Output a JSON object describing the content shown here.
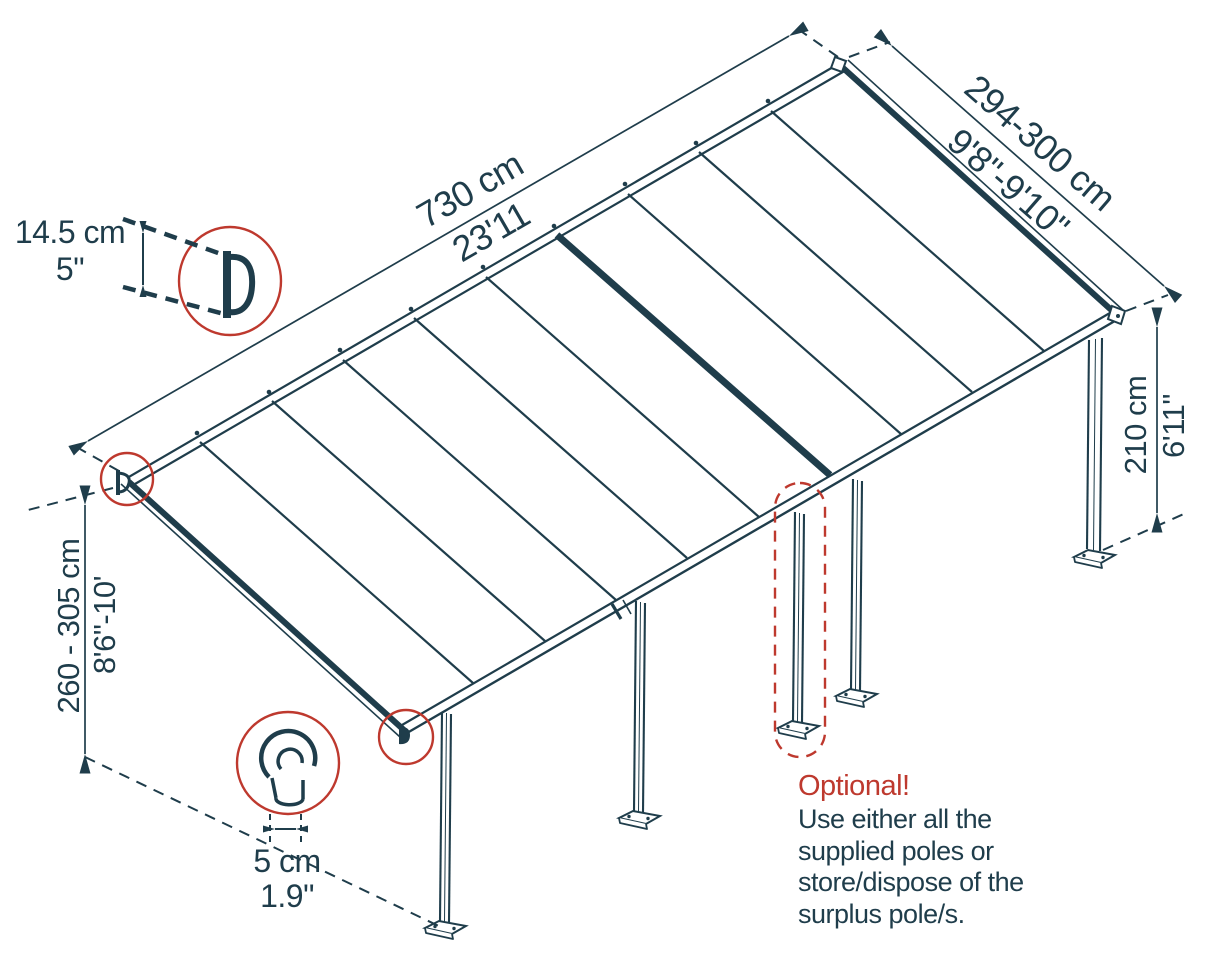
{
  "colors": {
    "ink": "#1F3D4B",
    "red": "#BE392E",
    "background": "#FFFFFF"
  },
  "dimensions": {
    "length": {
      "metric": "730 cm",
      "imperial": "23'11"
    },
    "depth": {
      "metric": "294-300 cm",
      "imperial": "9'8\"-9'10\""
    },
    "post_height": {
      "metric": "210 cm",
      "imperial": "6'11\""
    },
    "eave_height": {
      "metric": "260 - 305 cm",
      "imperial": "8'6\"-10'"
    },
    "gutter_profile": {
      "metric": "14.5 cm",
      "imperial": "5\""
    },
    "pole_diameter": {
      "metric": "5 cm",
      "imperial": "1.9\""
    }
  },
  "note": {
    "title": "Optional!",
    "lines": [
      "Use either all the",
      "supplied poles or",
      "store/dispose of the",
      "surplus pole/s."
    ]
  }
}
